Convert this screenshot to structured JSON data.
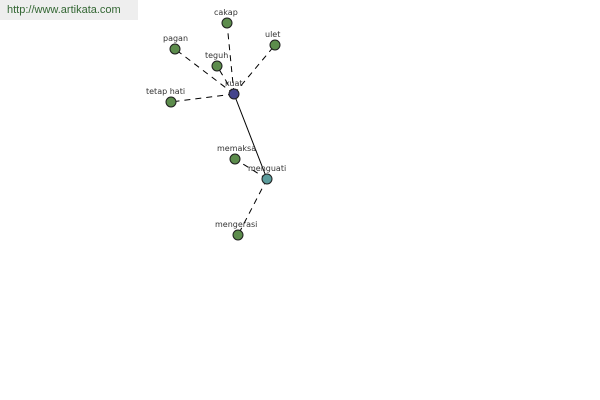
{
  "header": {
    "source_url": "http://www.artikata.com"
  },
  "graph": {
    "center_word": "kuat",
    "colors": {
      "center_node": "#44448c",
      "hub_node": "#5c9c9c",
      "leaf_node": "#5c8c4c",
      "node_stroke": "#1e1e1e",
      "edge": "#000000"
    },
    "nodes": [
      {
        "id": "kuat",
        "label": "kuat",
        "kind": "center"
      },
      {
        "id": "cakap",
        "label": "cakap",
        "kind": "leaf"
      },
      {
        "id": "ulet",
        "label": "ulet",
        "kind": "leaf"
      },
      {
        "id": "pagan",
        "label": "pagan",
        "kind": "leaf"
      },
      {
        "id": "teguh",
        "label": "teguh",
        "kind": "leaf"
      },
      {
        "id": "tetap-hati",
        "label": "tetap hati",
        "kind": "leaf"
      },
      {
        "id": "memaksa",
        "label": "memaksa",
        "kind": "leaf"
      },
      {
        "id": "menguati",
        "label": "menguati",
        "kind": "hub"
      },
      {
        "id": "mengerasi",
        "label": "mengerasi",
        "kind": "leaf"
      }
    ],
    "edges": [
      {
        "from": "kuat",
        "to": "cakap",
        "style": "dashed"
      },
      {
        "from": "kuat",
        "to": "ulet",
        "style": "dashed"
      },
      {
        "from": "kuat",
        "to": "pagan",
        "style": "dashed"
      },
      {
        "from": "kuat",
        "to": "teguh",
        "style": "dashed"
      },
      {
        "from": "kuat",
        "to": "tetap-hati",
        "style": "dashed"
      },
      {
        "from": "kuat",
        "to": "menguati",
        "style": "solid"
      },
      {
        "from": "menguati",
        "to": "memaksa",
        "style": "dashed"
      },
      {
        "from": "menguati",
        "to": "mengerasi",
        "style": "dashed"
      }
    ]
  }
}
